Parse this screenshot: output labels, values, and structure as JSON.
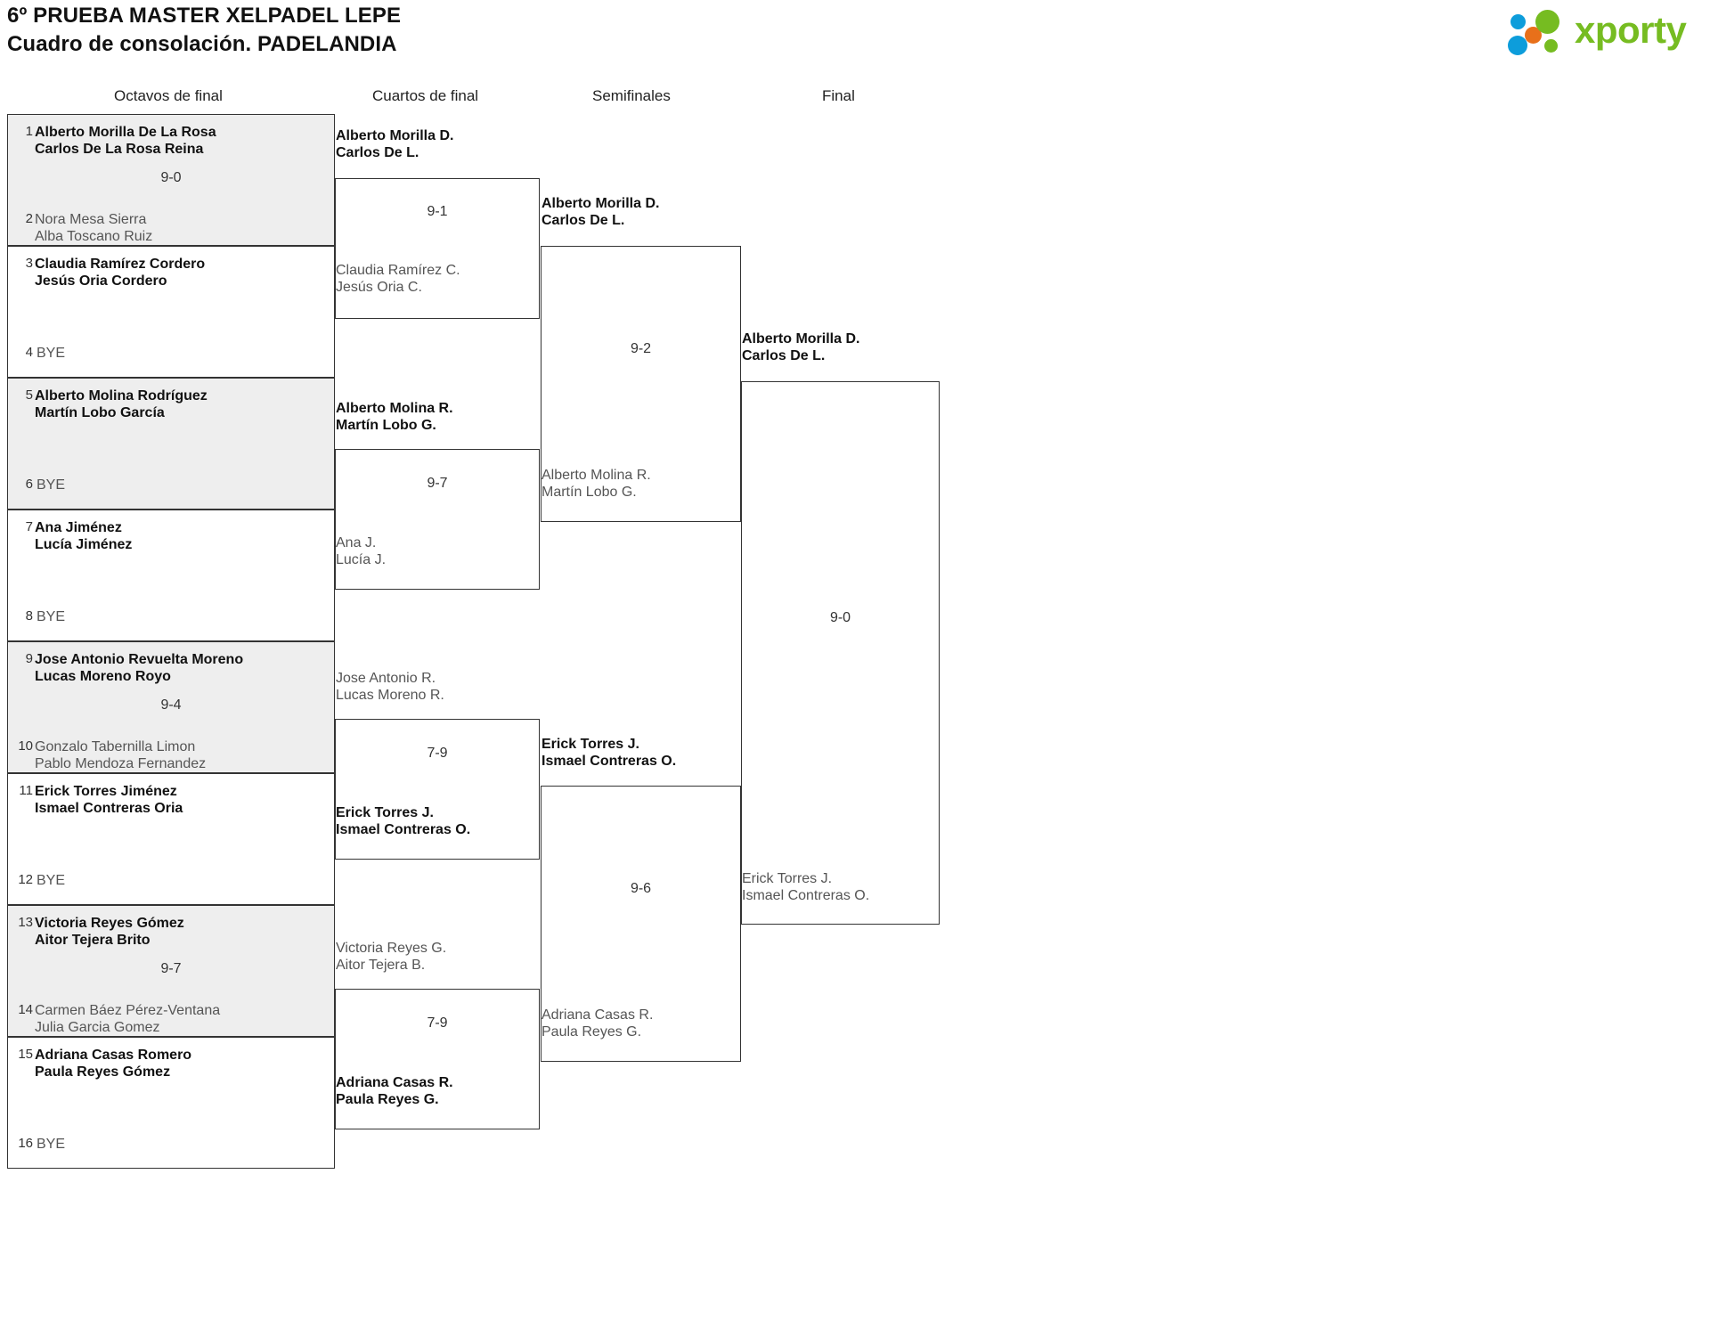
{
  "header": {
    "title_line1": "6º PRUEBA MASTER XELPADEL LEPE",
    "title_line2": "Cuadro de consolación. PADELANDIA",
    "logo_text": "xporty",
    "logo_colors": {
      "green": "#76bc21",
      "blue": "#0d9ddb",
      "orange": "#e8701a"
    }
  },
  "rounds": [
    {
      "label": "Octavos de final"
    },
    {
      "label": "Cuartos de final"
    },
    {
      "label": "Semifinales"
    },
    {
      "label": "Final"
    }
  ],
  "bye_label": "BYE",
  "round1": [
    {
      "seed_top": "1",
      "seed_bottom": "2",
      "top": {
        "p1": "Alberto Morilla De La Rosa",
        "p2": "Carlos De La Rosa Reina",
        "winner": true
      },
      "bottom": {
        "p1": "Nora Mesa Sierra",
        "p2": "Alba Toscano Ruiz",
        "winner": false
      },
      "score": "9-0"
    },
    {
      "seed_top": "3",
      "seed_bottom": "4",
      "top": {
        "p1": "Claudia Ramírez Cordero",
        "p2": "Jesús Oria Cordero",
        "winner": true
      },
      "bottom": {
        "p1": "BYE",
        "p2": "",
        "winner": false
      },
      "score": ""
    },
    {
      "seed_top": "5",
      "seed_bottom": "6",
      "top": {
        "p1": "Alberto Molina Rodríguez",
        "p2": "Martín Lobo García",
        "winner": true
      },
      "bottom": {
        "p1": "BYE",
        "p2": "",
        "winner": false
      },
      "score": ""
    },
    {
      "seed_top": "7",
      "seed_bottom": "8",
      "top": {
        "p1": "Ana Jiménez",
        "p2": "Lucía Jiménez",
        "winner": true
      },
      "bottom": {
        "p1": "BYE",
        "p2": "",
        "winner": false
      },
      "score": ""
    },
    {
      "seed_top": "9",
      "seed_bottom": "10",
      "top": {
        "p1": "Jose Antonio Revuelta Moreno",
        "p2": "Lucas Moreno Royo",
        "winner": true
      },
      "bottom": {
        "p1": "Gonzalo Tabernilla Limon",
        "p2": "Pablo Mendoza Fernandez",
        "winner": false
      },
      "score": "9-4"
    },
    {
      "seed_top": "11",
      "seed_bottom": "12",
      "top": {
        "p1": "Erick Torres Jiménez",
        "p2": "Ismael Contreras Oria",
        "winner": true
      },
      "bottom": {
        "p1": "BYE",
        "p2": "",
        "winner": false
      },
      "score": ""
    },
    {
      "seed_top": "13",
      "seed_bottom": "14",
      "top": {
        "p1": "Victoria Reyes Gómez",
        "p2": "Aitor Tejera Brito",
        "winner": true
      },
      "bottom": {
        "p1": "Carmen Báez Pérez-Ventana",
        "p2": "Julia Garcia Gomez",
        "winner": false
      },
      "score": "9-7"
    },
    {
      "seed_top": "15",
      "seed_bottom": "16",
      "top": {
        "p1": "Adriana Casas Romero",
        "p2": "Paula Reyes Gómez",
        "winner": true
      },
      "bottom": {
        "p1": "BYE",
        "p2": "",
        "winner": false
      },
      "score": ""
    }
  ],
  "round2": [
    {
      "top": {
        "p1": "Alberto Morilla D.",
        "p2": "Carlos De L.",
        "winner": true
      },
      "bottom": {
        "p1": "Claudia Ramírez C.",
        "p2": "Jesús Oria C.",
        "winner": false
      },
      "score": "9-1"
    },
    {
      "top": {
        "p1": "Alberto Molina R.",
        "p2": "Martín Lobo G.",
        "winner": true
      },
      "bottom": {
        "p1": "Ana J.",
        "p2": "Lucía J.",
        "winner": false
      },
      "score": "9-7"
    },
    {
      "top": {
        "p1": "Jose Antonio R.",
        "p2": "Lucas Moreno R.",
        "winner": false
      },
      "bottom": {
        "p1": "Erick Torres J.",
        "p2": "Ismael Contreras O.",
        "winner": true
      },
      "score": "7-9"
    },
    {
      "top": {
        "p1": "Victoria Reyes G.",
        "p2": "Aitor Tejera B.",
        "winner": false
      },
      "bottom": {
        "p1": "Adriana Casas R.",
        "p2": "Paula Reyes G.",
        "winner": true
      },
      "score": "7-9"
    }
  ],
  "round3": [
    {
      "top": {
        "p1": "Alberto Morilla D.",
        "p2": "Carlos De L.",
        "winner": true
      },
      "bottom": {
        "p1": "Alberto Molina R.",
        "p2": "Martín Lobo G.",
        "winner": false
      },
      "score": "9-2"
    },
    {
      "top": {
        "p1": "Erick Torres J.",
        "p2": "Ismael Contreras O.",
        "winner": true
      },
      "bottom": {
        "p1": "Adriana Casas R.",
        "p2": "Paula Reyes G.",
        "winner": false
      },
      "score": "9-6"
    }
  ],
  "round4": [
    {
      "top": {
        "p1": "Alberto Morilla D.",
        "p2": "Carlos De L.",
        "winner": true
      },
      "bottom": {
        "p1": "Erick Torres J.",
        "p2": "Ismael Contreras O.",
        "winner": false
      },
      "score": "9-0"
    }
  ]
}
